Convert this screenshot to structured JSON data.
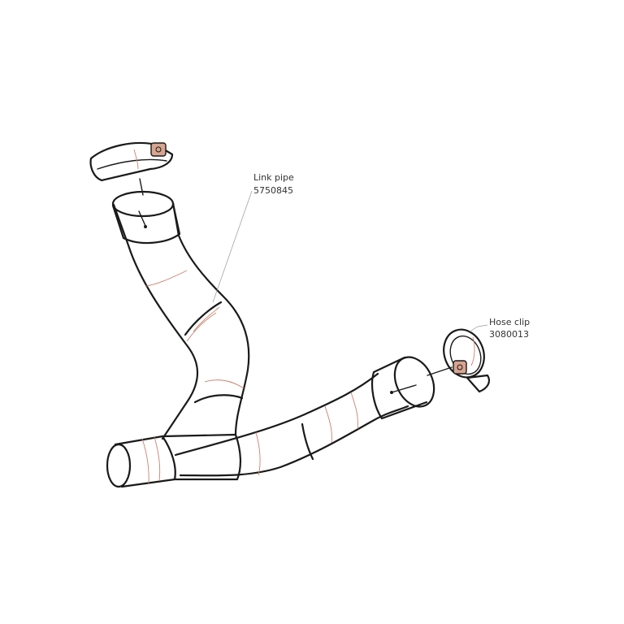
{
  "callouts": {
    "link_pipe": {
      "name": "Link pipe",
      "code": "5750845"
    },
    "hose_clip": {
      "name": "Hose clip",
      "code": "3080013"
    }
  },
  "colors": {
    "outline": "#1a1a1a",
    "seam": "#c9826f",
    "bolt": "#d8a590",
    "leader": "#999999"
  }
}
